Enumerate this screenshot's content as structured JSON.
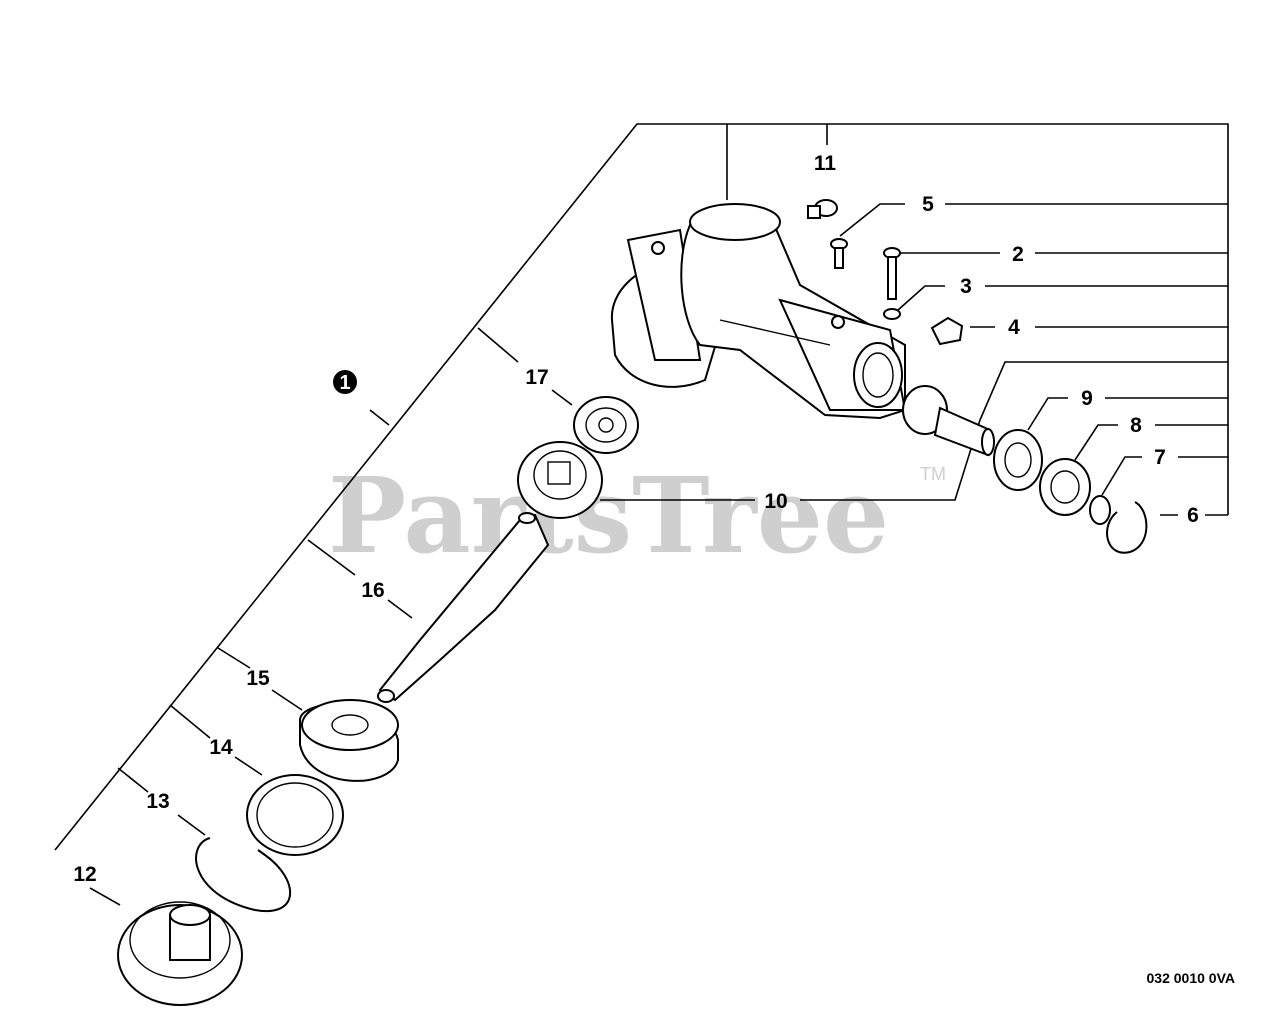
{
  "watermark": {
    "text": "PartsTree",
    "tm": "TM"
  },
  "drawing_code": "032 0010 0VA",
  "assembly_callout": "1",
  "callouts": {
    "c2": "2",
    "c3": "3",
    "c4": "4",
    "c5": "5",
    "c6": "6",
    "c7": "7",
    "c8": "8",
    "c9": "9",
    "c10": "10",
    "c11": "11",
    "c12": "12",
    "c13": "13",
    "c14": "14",
    "c15": "15",
    "c16": "16",
    "c17": "17"
  }
}
